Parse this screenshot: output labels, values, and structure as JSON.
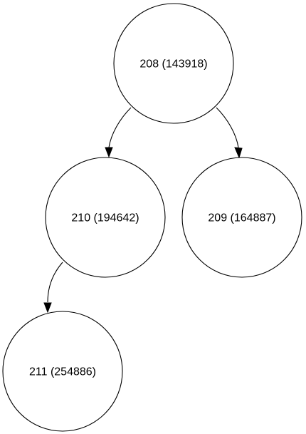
{
  "tree": {
    "nodes": [
      {
        "id": "208",
        "label": "208 (143918)"
      },
      {
        "id": "210",
        "label": "210 (194642)"
      },
      {
        "id": "209",
        "label": "209 (164887)"
      },
      {
        "id": "211",
        "label": "211 (254886)"
      }
    ],
    "edges": [
      {
        "from": "208",
        "to": "210"
      },
      {
        "from": "208",
        "to": "209"
      },
      {
        "from": "210",
        "to": "211"
      }
    ]
  },
  "colors": {
    "stroke": "#000000",
    "fill": "#ffffff",
    "background": "#ffffff"
  }
}
